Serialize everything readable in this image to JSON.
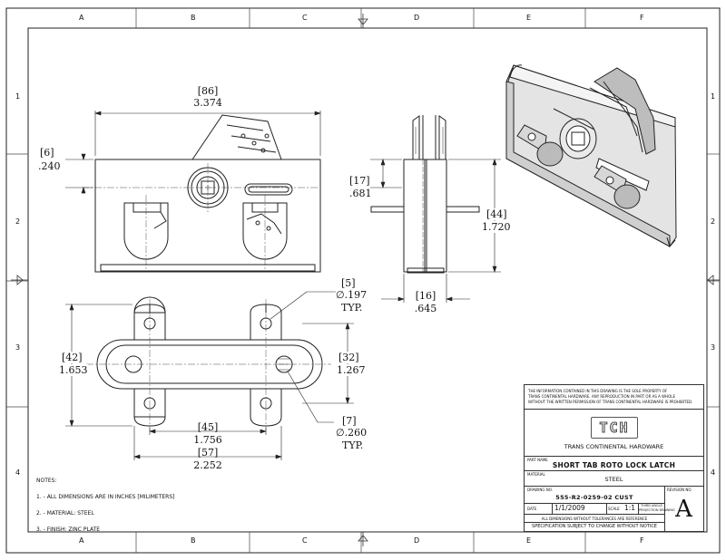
{
  "zones": {
    "columns": [
      "A",
      "B",
      "C",
      "D",
      "E",
      "F"
    ],
    "rows": [
      "1",
      "2",
      "3",
      "4"
    ]
  },
  "front_view": {
    "width_mm": "[86]",
    "width_in": "3.374",
    "offset_mm": "[6]",
    "offset_in": ".240"
  },
  "side_view": {
    "height_mm": "[17]",
    "height_in": ".681",
    "total_mm": "[44]",
    "total_in": "1.720",
    "depth_mm": "[16]",
    "depth_in": ".645"
  },
  "bottom_view": {
    "hole_small_mm": "[5]",
    "hole_small_in": "∅.197",
    "hole_small_note": "TYP.",
    "height_mm": "[42]",
    "height_in": "1.653",
    "inner_mm": "[32]",
    "inner_in": "1.267",
    "hole_large_mm": "[7]",
    "hole_large_in": "∅.260",
    "hole_large_note": "TYP.",
    "spacing_mm": "[45]",
    "spacing_in": "1.756",
    "width_mm": "[57]",
    "width_in": "2.252"
  },
  "notes": {
    "heading": "NOTES:",
    "items": [
      "1. - ALL DIMENSIONS ARE IN INCHES [MILIMETERS]",
      "2. - MATERIAL: STEEL",
      "3. - FINISH: ZINC PLATE"
    ]
  },
  "title_block": {
    "proprietary_1": "THE INFORMATION CONTAINED IN THIS DRAWING IS THE SOLE PROPERTY OF",
    "proprietary_2": "TRANS CONTINENTAL HARDWARE. ANY REPRODUCTION IN PART OR AS A WHOLE",
    "proprietary_3": "WITHOUT THE WRITTEN PERMISSION OF TRANS CONTINENTAL HARDWARE IS PROHIBITED.",
    "logo": "TCH",
    "company": "TRANS CONTINENTAL HARDWARE",
    "part_name_label": "PART NAME",
    "part_name": "SHORT TAB ROTO LOCK LATCH",
    "material_label": "MATERIAL",
    "material": "STEEL",
    "drawing_no_label": "DRAWING NO.",
    "drawing_no": "555-R2-0259-02 CUST",
    "revision_label": "REVISION NO.",
    "revision": "A",
    "date_label": "DATE",
    "date": "1/1/2009",
    "scale_label": "SCALE",
    "scale": "1:1",
    "projection_1": "THIRD ANGLE",
    "projection_2": "PROJECTION DRAWING",
    "reference_note": "ALL DIMENSIONS WITHOUT TOLERANCES ARE REFERENCE",
    "spec_note": "SPECIFICATION SUBJECT TO CHANGE WITHOUT NOTICE"
  }
}
